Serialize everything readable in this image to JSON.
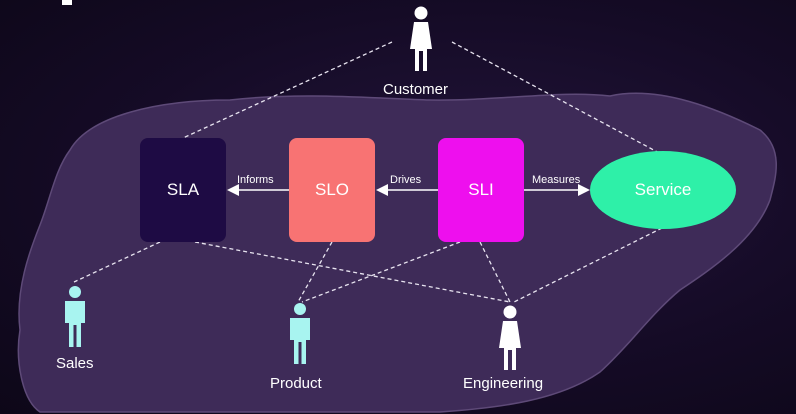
{
  "colors": {
    "blob_fill": "#3e2b58",
    "blob_stroke": "#5e4a78",
    "sla": "#1e0b44",
    "slo": "#f87373",
    "sli": "#ee0fee",
    "service": "#2ef0a8",
    "female_icon": "#ffffff",
    "male_icon": "#a8f4f0"
  },
  "nodes": {
    "sla": "SLA",
    "slo": "SLO",
    "sli": "SLI",
    "service": "Service"
  },
  "edges": {
    "informs": "Informs",
    "drives": "Drives",
    "measures": "Measures"
  },
  "people": {
    "customer": {
      "label": "Customer",
      "icon": "female-person-icon"
    },
    "sales": {
      "label": "Sales",
      "icon": "male-person-icon"
    },
    "product": {
      "label": "Product",
      "icon": "male-person-icon"
    },
    "engineering": {
      "label": "Engineering",
      "icon": "female-person-icon"
    }
  }
}
